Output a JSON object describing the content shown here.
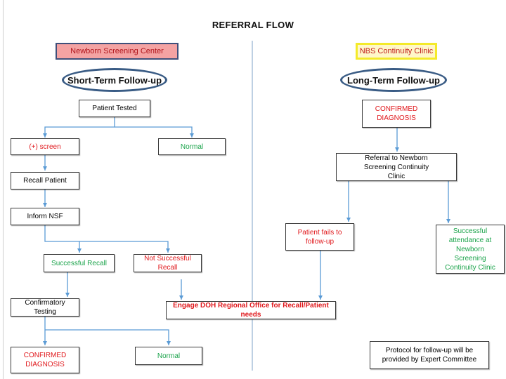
{
  "title": "REFERRAL FLOW",
  "left_header": "Newborn Screening Center",
  "right_header": "NBS Continuity Clinic",
  "left_oval": "Short-Term Follow-up",
  "right_oval": "Long-Term Follow-up",
  "boxes": {
    "patient_tested": "Patient Tested",
    "positive_screen": "(+) screen",
    "normal_top": "Normal",
    "recall_patient": "Recall Patient",
    "inform_nsf": "Inform NSF",
    "successful_recall": "Successful Recall",
    "not_successful_recall": "Not Successful Recall",
    "confirmatory_testing": "Confirmatory Testing",
    "engage_doh": "Engage DOH Regional Office for Recall/Patient needs",
    "confirmed_diagnosis_left": "CONFIRMED DIAGNOSIS",
    "normal_bottom": "Normal",
    "confirmed_diagnosis_right": "CONFIRMED DIAGNOSIS",
    "referral_to_clinic": "Referral to Newborn Screening Continuity Clinic",
    "patient_fails": "Patient fails to follow-up",
    "successful_attendance": "Successful attendance at Newborn Screening Continuity Clinic",
    "protocol_note": "Protocol for follow-up will be provided by Expert Committee"
  },
  "colors": {
    "connector": "#5b9bd5",
    "divider": "#9bb7d4",
    "red_text": "#e0171b",
    "green_text": "#1aa34a",
    "left_header_fill": "#f4a3a3",
    "right_header_border": "#f4ea2a",
    "oval_border": "#3a5c85"
  }
}
